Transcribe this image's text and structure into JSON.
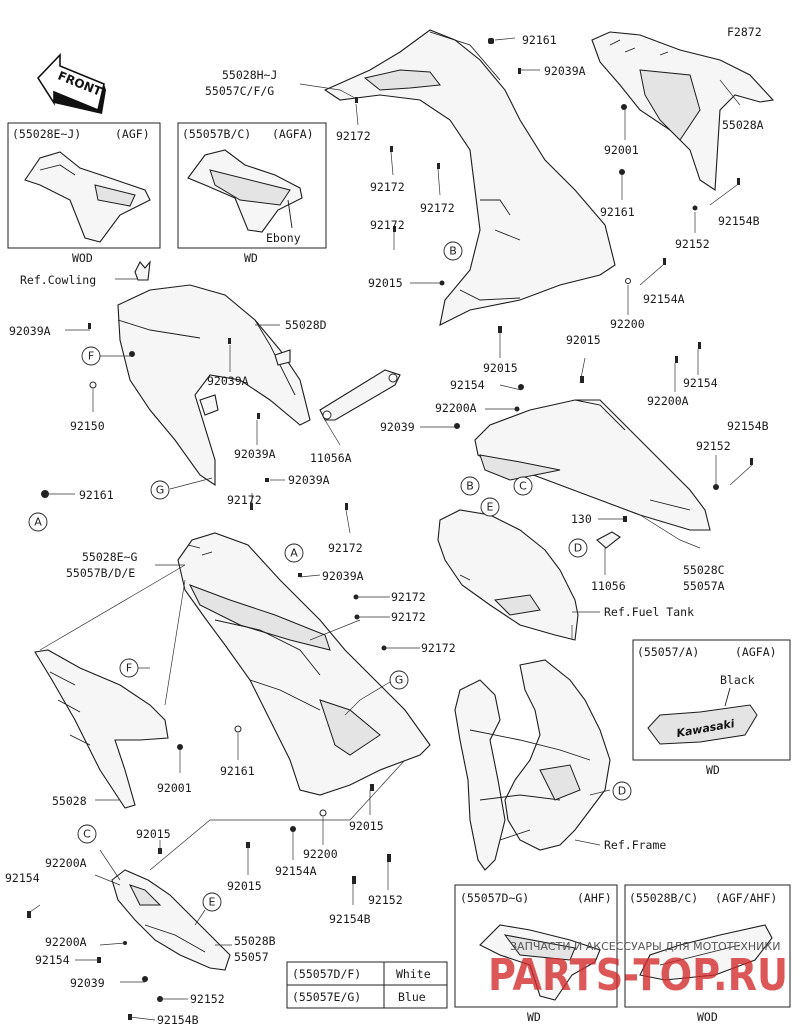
{
  "diagram_id": "F2872",
  "front_label": "FRONT",
  "references": {
    "cowling": "Ref.Cowling",
    "fuel_tank": "Ref.Fuel Tank",
    "frame": "Ref.Frame"
  },
  "callouts": [
    "A",
    "B",
    "C",
    "D",
    "E",
    "F",
    "G"
  ],
  "parts": {
    "p92161": "92161",
    "p92039A": "92039A",
    "p55028HJ": "55028H~J",
    "p55057CFG": "55057C/F/G",
    "p92172": "92172",
    "p92001": "92001",
    "p55028A": "55028A",
    "p92154B": "92154B",
    "p92152": "92152",
    "p92015": "92015",
    "p92154A": "92154A",
    "p92200": "92200",
    "p55028D": "55028D",
    "p92150": "92150",
    "p11056A": "11056A",
    "p92154": "92154",
    "p92200A": "92200A",
    "p92039": "92039",
    "p130": "130",
    "p11056": "11056",
    "p55028C": "55028C",
    "p55057A": "55057A",
    "p55028EG": "55028E~G",
    "p55057BDE": "55057B/D/E",
    "p55028": "55028",
    "p55028B": "55028B",
    "p55057": "55057"
  },
  "insets": {
    "agf": {
      "code": "(55028E~J)",
      "variant": "(AGF)",
      "caption": "WOD"
    },
    "agfa": {
      "code": "(55057B/C)",
      "variant": "(AGFA)",
      "note": "Ebony",
      "caption": "WD"
    },
    "agfa_black": {
      "code": "(55057/A)",
      "variant": "(AGFA)",
      "note": "Black",
      "decal": "Kawasaki",
      "caption": "WD"
    },
    "ahf": {
      "code": "(55057D~G)",
      "variant": "(AHF)",
      "caption": "WD"
    },
    "agf_ahf": {
      "code": "(55028B/C)",
      "variant": "(AGF/AHF)",
      "caption": "WOD"
    }
  },
  "color_table": [
    {
      "code": "(55057D/F)",
      "color": "White"
    },
    {
      "code": "(55057E/G)",
      "color": "Blue"
    }
  ],
  "watermark": {
    "tagline": "ЗАПЧАСТИ И АКСЕССУАРЫ ДЛЯ МОТОТЕХНИКИ",
    "brand": "PARTS-TOP.RU"
  }
}
